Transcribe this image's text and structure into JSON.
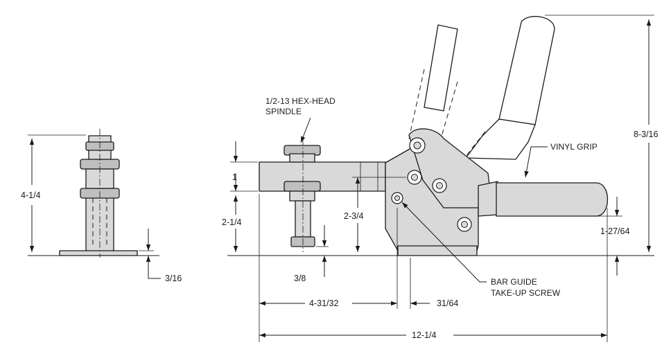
{
  "dimensions": {
    "side_height": "4-1/4",
    "side_base": "3/16",
    "bar_thickness": "1",
    "spindle_drop": "2-1/4",
    "spindle_end": "3/8",
    "pivot_height": "2-3/4",
    "bar_reach": "4-31/32",
    "base_offset": "31/64",
    "overall_length": "12-1/4",
    "overall_height": "8-3/16",
    "grip_height": "1-27/64"
  },
  "notes": {
    "spindle_line1": "1/2-13 HEX-HEAD",
    "spindle_line2": "SPINDLE",
    "vinyl_grip": "VINYL GRIP",
    "screw_line1": "BAR GUIDE",
    "screw_line2": "TAKE-UP SCREW"
  }
}
